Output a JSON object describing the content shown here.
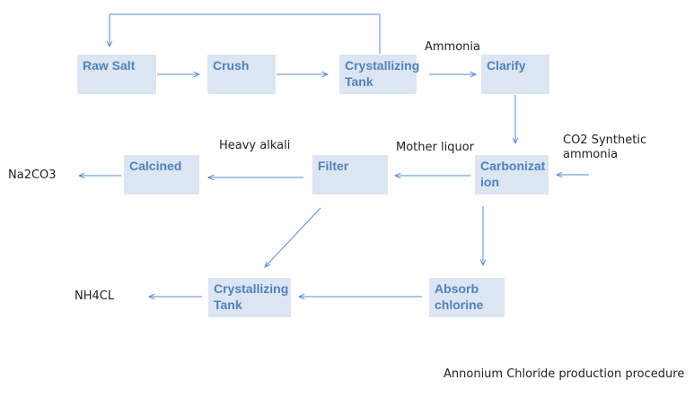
{
  "diagram": {
    "caption": "Annonium Chloride production procedure",
    "colors": {
      "box_fill": "#dce6f2",
      "box_text": "#4f81bd",
      "arrow": "#5b8dd0",
      "label_text": "#222222"
    },
    "nodes": {
      "raw_salt": "Raw Salt",
      "crush": "Crush",
      "crystallizing_tank_top": "Crystallizing Tank",
      "clarify": "Clarify",
      "carbonization": "Carbonization",
      "filter": "Filter",
      "calcined": "Calcined",
      "absorb_chlorine": "Absorb chlorine",
      "crystallizing_tank_bottom": "Crystallizing Tank"
    },
    "labels": {
      "ammonia": "Ammonia",
      "heavy_alkali": "Heavy alkali",
      "mother_liquor": "Mother liquor",
      "co2_synthetic_ammonia": "CO2 Synthetic ammonia",
      "na2co3": "Na2CO3",
      "nh4cl": "NH4CL"
    }
  }
}
